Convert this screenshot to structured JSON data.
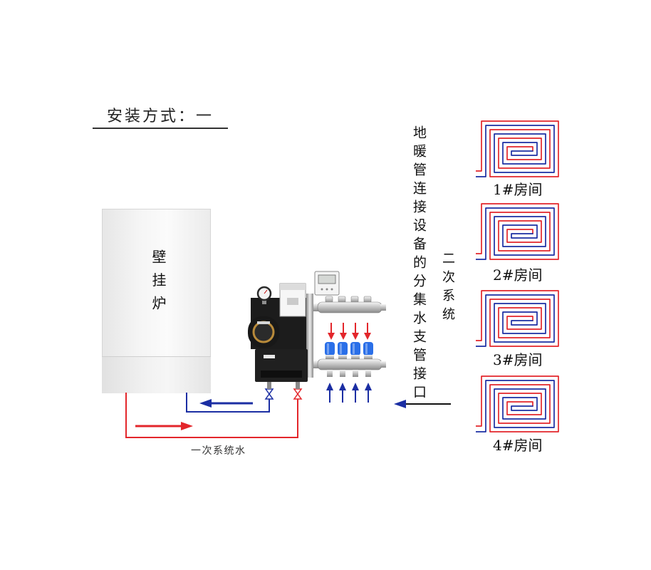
{
  "title": "安装方式：一",
  "boiler": {
    "label": "壁挂炉"
  },
  "primary_loop": {
    "label": "一次系统水"
  },
  "manifold_connection": {
    "label": "地暖管连接设备的分集水支管接口"
  },
  "secondary_system": {
    "label": "二次系统"
  },
  "rooms": [
    {
      "label": "1#房间"
    },
    {
      "label": "2#房间"
    },
    {
      "label": "3#房间"
    },
    {
      "label": "4#房间"
    }
  ],
  "colors": {
    "supply": "#e3262b",
    "return": "#1b2ea3",
    "actuator": "#2a6fe8",
    "arrow_line": "#111111"
  },
  "icons": {
    "pressure_gauge": "pressure-gauge-icon",
    "pump": "circulation-pump-icon",
    "thermostat": "thermostat-icon",
    "valve": "valve-icon"
  }
}
